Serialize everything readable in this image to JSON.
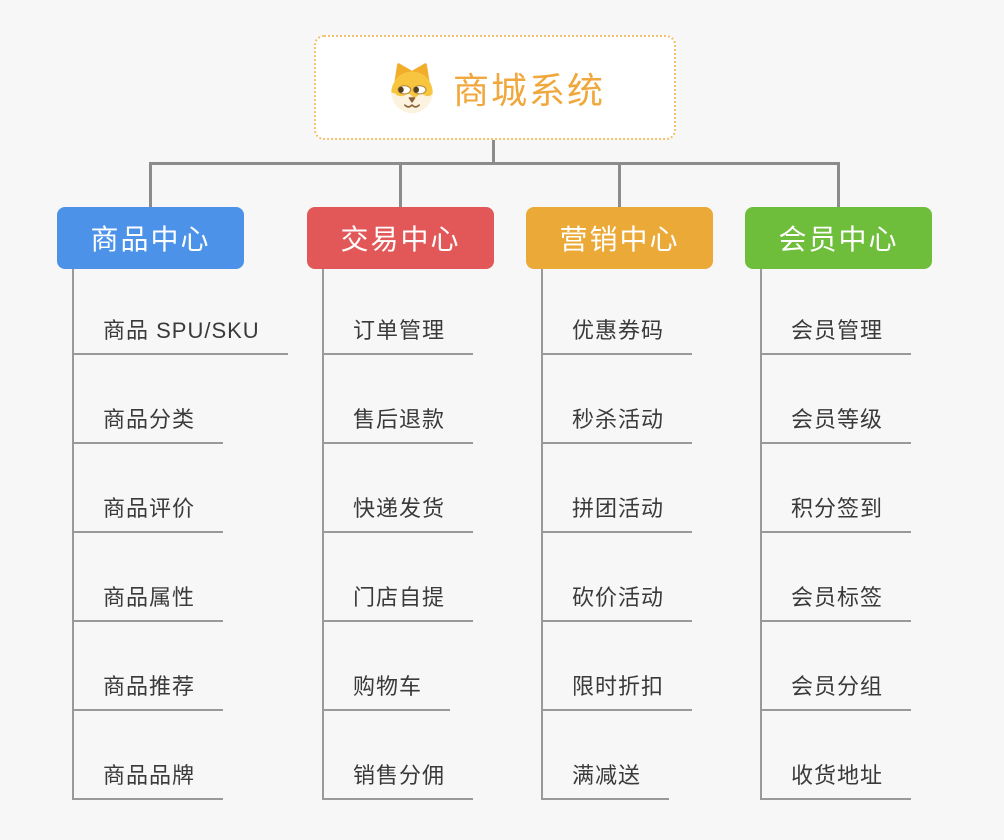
{
  "root": {
    "title": "商城系统",
    "icon": "shiba-dog-icon",
    "title_color": "#f0a73c",
    "border_color": "#f3c06b",
    "background": "#ffffff"
  },
  "colors": {
    "canvas_bg": "#f7f7f7",
    "connector": "#8c8c8c",
    "leaf_line": "#999999",
    "leaf_text": "#3a3a3a"
  },
  "branches": [
    {
      "id": "product-center",
      "label": "商品中心",
      "color": "#4b92e8",
      "items": [
        "商品 SPU/SKU",
        "商品分类",
        "商品评价",
        "商品属性",
        "商品推荐",
        "商品品牌"
      ]
    },
    {
      "id": "trade-center",
      "label": "交易中心",
      "color": "#e25858",
      "items": [
        "订单管理",
        "售后退款",
        "快递发货",
        "门店自提",
        "购物车",
        "销售分佣"
      ]
    },
    {
      "id": "marketing-center",
      "label": "营销中心",
      "color": "#eba938",
      "items": [
        "优惠券码",
        "秒杀活动",
        "拼团活动",
        "砍价活动",
        "限时折扣",
        "满减送"
      ]
    },
    {
      "id": "member-center",
      "label": "会员中心",
      "color": "#6ebe3c",
      "items": [
        "会员管理",
        "会员等级",
        "积分签到",
        "会员标签",
        "会员分组",
        "收货地址"
      ]
    }
  ]
}
